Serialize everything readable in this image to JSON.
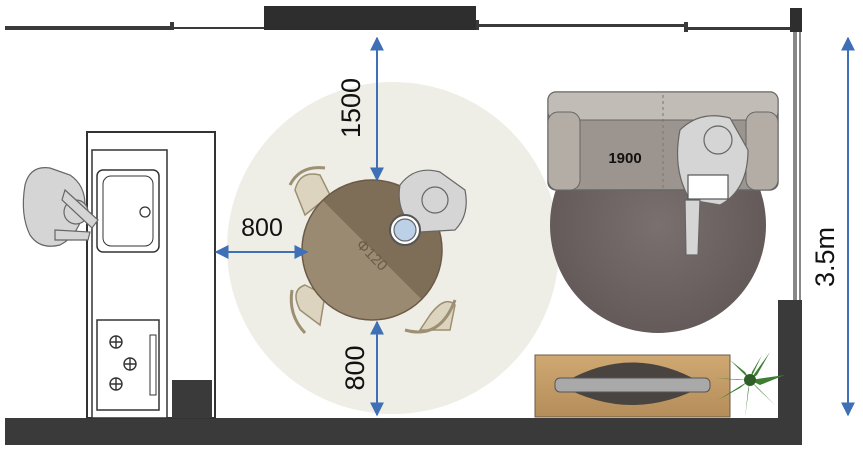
{
  "dimensions": {
    "top_clearance": "1500",
    "side_clearance": "800",
    "bottom_clearance": "800",
    "sofa_width": "1900",
    "room_depth": "3.5m",
    "table_diameter": "Φ120"
  },
  "colors": {
    "arrow": "#3f6fb5",
    "wall": "#3a3a3a",
    "clearance_circle": "#eeede6",
    "table": "#8c7a62",
    "rug": "#6e6463",
    "sofa": "#9c948e"
  },
  "icons": [
    "person-icon",
    "sink-icon",
    "stove-icon",
    "plant-icon",
    "chair-icon",
    "sofa-icon",
    "tv-icon"
  ]
}
